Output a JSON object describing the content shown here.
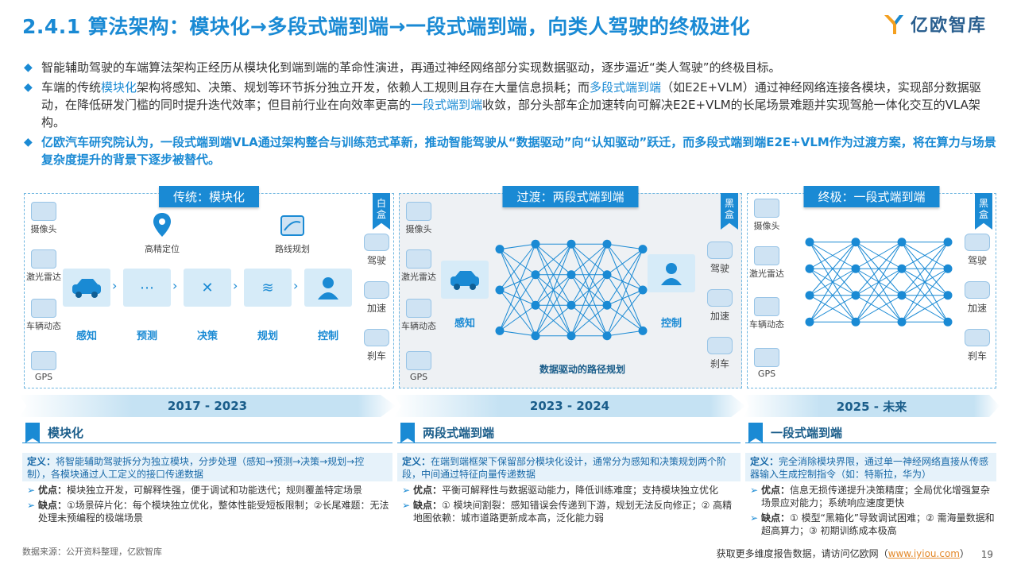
{
  "header": {
    "title": "2.4.1 算法架构：模块化→多段式端到端→一段式端到端，向类人驾驶的终极进化",
    "logo_text": "亿欧智库"
  },
  "bullets": {
    "b1": "智能辅助驾驶的车端算法架构正经历从模块化到端到端的革命性演进，再通过神经网络部分实现数据驱动，逐步逼近“类人驾驶”的终极目标。",
    "b2_pre": "车端的传统",
    "b2_hl1": "模块化",
    "b2_mid1": "架构将感知、决策、规划等环节拆分独立开发，依赖人工规则且存在大量信息损耗；而",
    "b2_hl2": "多段式端到端",
    "b2_mid2": "（如E2E+VLM）通过神经网络连接各模块，实现部分数据驱动，在降低研发门槛的同时提升迭代效率；但目前行业在向效率更高的",
    "b2_hl3": "一段式端到端",
    "b2_post": "收敛，部分头部车企加速转向可解决E2E+VLM的长尾场景难题并实现驾舱一体化交互的VLA架构。",
    "b3": "亿欧汽车研究院认为，一段式端到端VLA通过架构整合与训练范式革新，推动智能驾驶从“数据驱动”向“认知驱动”跃迁，而多段式端到端E2E+VLM作为过渡方案，将在算力与场景复杂度提升的背景下逐步被替代。"
  },
  "panels": {
    "p1": {
      "head": "传统：模块化",
      "tag": "白盒",
      "sensors": [
        "摄像头",
        "激光雷达",
        "车辆动态",
        "GPS"
      ],
      "modules": [
        "感知",
        "预测",
        "决策",
        "规划",
        "控制"
      ],
      "top_labels": [
        "高精定位",
        "路线规划"
      ],
      "actions": [
        "驾驶",
        "加速",
        "刹车"
      ]
    },
    "p2": {
      "head": "过渡：两段式端到端",
      "tag": "黑盒",
      "sensors": [
        "摄像头",
        "激光雷达",
        "车辆动态",
        "GPS"
      ],
      "perception": "感知",
      "control": "控制",
      "caption": "数据驱动的路径规划",
      "actions": [
        "驾驶",
        "加速",
        "刹车"
      ]
    },
    "p3": {
      "head": "终极：一段式端到端",
      "tag": "黑盒",
      "sensors": [
        "摄像头",
        "激光雷达",
        "车辆动态",
        "GPS"
      ],
      "actions": [
        "驾驶",
        "加速",
        "刹车"
      ]
    }
  },
  "timeline": [
    "2017 - 2023",
    "2023 - 2024",
    "2025 - 未来"
  ],
  "cards": [
    {
      "title": "模块化",
      "def_label": "定义：",
      "def": "将智能辅助驾驶拆分为独立模块，分步处理（感知→预测→决策→规划→控制），各模块通过人工定义的接口传递数据",
      "pro_label": "优点：",
      "pro": "模块独立开发，可解释性强，便于调试和功能迭代；规则覆盖特定场景",
      "con_label": "缺点：",
      "con": "①场景碎片化：每个模块独立优化，整体性能受短板限制；②长尾难题：无法处理未预编程的极端场景"
    },
    {
      "title": "两段式端到端",
      "def_label": "定义：",
      "def": "在端到端框架下保留部分模块化设计，通常分为感知和决策规划两个阶段，中间通过特征向量传递数据",
      "pro_label": "优点：",
      "pro": "平衡可解释性与数据驱动能力，降低训练难度；支持模块独立优化",
      "con_label": "缺点：",
      "con": "① 模块间割裂：感知错误会传递到下游，规划无法反向修正；② 高精地图依赖：城市道路更新成本高，泛化能力弱"
    },
    {
      "title": "一段式端到端",
      "def_label": "定义：",
      "def": "完全消除模块界限，通过单一神经网络直接从传感器输入生成控制指令（如：特斯拉，华为）",
      "pro_label": "优点：",
      "pro": "信息无损传递提升决策精度；全局优化增强复杂场景应对能力；系统响应速度更快",
      "con_label": "缺点：",
      "con": "① 模型“黑箱化”导致调试困难；② 需海量数据和超高算力；③ 初期训练成本极高"
    }
  ],
  "footer": {
    "source": "数据来源：公开资料整理，亿欧智库",
    "more_pre": "获取更多维度报告数据，请访问亿欧网（",
    "more_link": "www.iyiou.com",
    "more_post": "）",
    "page": "19"
  },
  "colors": {
    "accent": "#1a8ad4",
    "node": "#1a8ad4",
    "panel_bg": "#eef1f4"
  }
}
